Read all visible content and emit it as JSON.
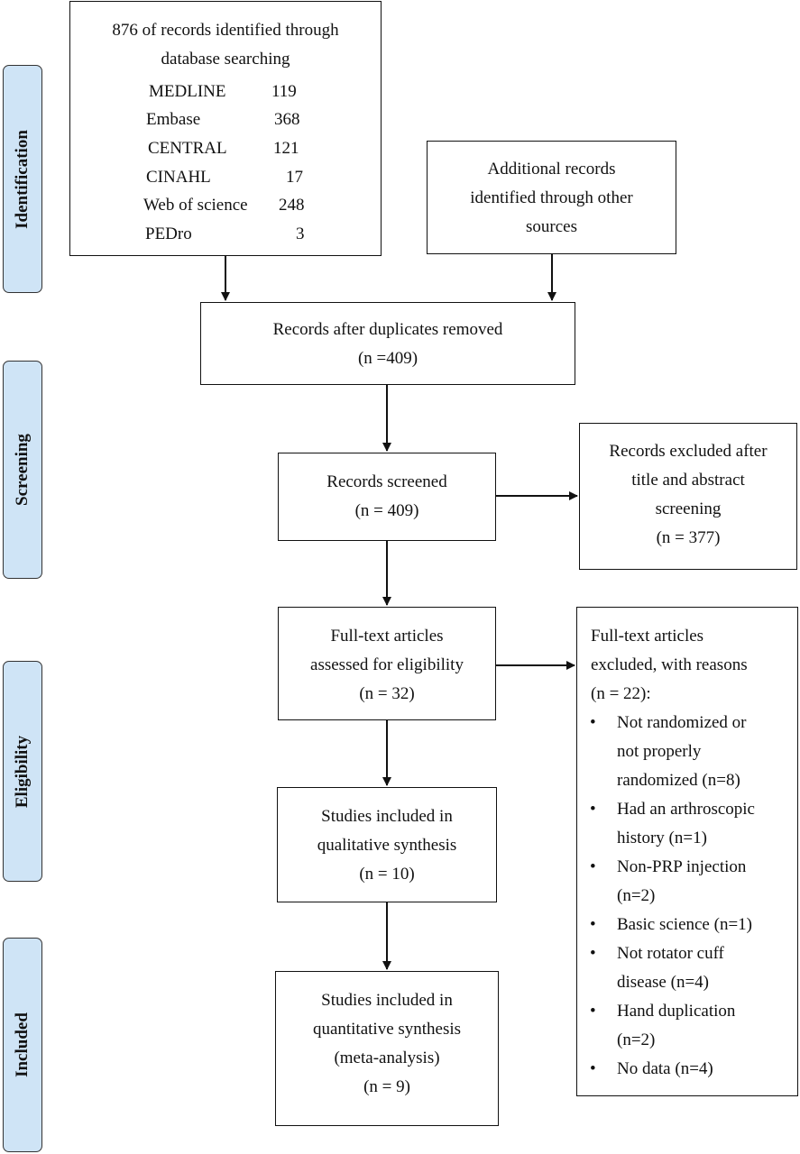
{
  "stages": {
    "identification": "Identification",
    "screening": "Screening",
    "eligibility": "Eligibility",
    "included": "Included"
  },
  "identified": {
    "line1": "876 of records identified through",
    "line2": "database searching",
    "sources": [
      {
        "name": "MEDLINE",
        "count": "119"
      },
      {
        "name": "Embase",
        "count": "368"
      },
      {
        "name": "CENTRAL",
        "count": "121"
      },
      {
        "name": "CINAHL",
        "count": "17"
      },
      {
        "name": "Web of science",
        "count": "248"
      },
      {
        "name": "PEDro",
        "count": "3"
      }
    ]
  },
  "additional": {
    "line1": "Additional records",
    "line2": "identified through other",
    "line3": "sources"
  },
  "duplicates": {
    "line1": "Records after duplicates removed",
    "line2": "(n =409)"
  },
  "screened": {
    "line1": "Records screened",
    "line2": "(n = 409)"
  },
  "excluded_screening": {
    "line1": "Records excluded after",
    "line2": "title and abstract",
    "line3": "screening",
    "line4": "(n = 377)"
  },
  "fulltext": {
    "line1": "Full-text articles",
    "line2": "assessed for eligibility",
    "line3": "(n = 32)"
  },
  "excluded_fulltext": {
    "line1": "Full-text articles",
    "line2": "excluded, with reasons",
    "line3": "(n = 22):",
    "reasons": [
      {
        "l1": "Not randomized or",
        "l2": "not properly",
        "l3": "randomized (n=8)"
      },
      {
        "l1": "Had an arthroscopic",
        "l2": "history (n=1)"
      },
      {
        "l1": "Non-PRP injection",
        "l2": "(n=2)"
      },
      {
        "l1": "Basic science (n=1)"
      },
      {
        "l1": "Not rotator cuff",
        "l2": "disease (n=4)"
      },
      {
        "l1": "Hand duplication",
        "l2": "(n=2)"
      },
      {
        "l1": "No data (n=4)"
      }
    ]
  },
  "qualitative": {
    "line1": "Studies included in",
    "line2": "qualitative synthesis",
    "line3": "(n = 10)"
  },
  "quantitative": {
    "line1": "Studies included in",
    "line2": "quantitative synthesis",
    "line3": "(meta-analysis)",
    "line4": "(n = 9)"
  }
}
